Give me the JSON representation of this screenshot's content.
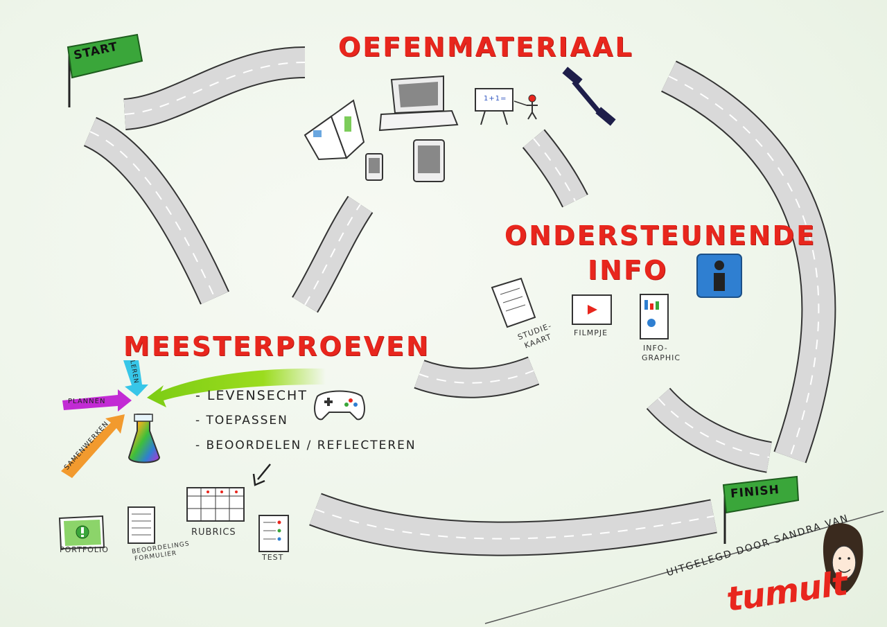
{
  "titles": {
    "oefenmateriaal": "OEFENMATERIAAL",
    "ondersteunende_line1": "ONDERSTEUNENDE",
    "ondersteunende_line2": "INFO",
    "meesterproeven": "MEESTERPROEVEN"
  },
  "flags": {
    "start": "START",
    "finish": "FINISH"
  },
  "meesterproeven_list": [
    "- LEVENSECHT",
    "- TOEPASSEN",
    "- BEOORDELEN / REFLECTEREN"
  ],
  "arrow_labels": {
    "leren": "LEREN",
    "plannen": "PLANNEN",
    "samenwerken": "SAMENWERKEN"
  },
  "info_items": [
    {
      "line1": "STUDIE-",
      "line2": "KAART"
    },
    {
      "line1": "FILMPJE",
      "line2": ""
    },
    {
      "line1": "INFO-",
      "line2": "GRAPHIC"
    }
  ],
  "assessment_items": {
    "portfolio": "PORTFOLIO",
    "beoordelings_line1": "BEOORDELINGS",
    "beoordelings_line2": "FORMULIER",
    "rubrics": "RUBRICS",
    "test": "TEST"
  },
  "whiteboard_text": "1+1=",
  "credit": {
    "byline": "UITGELEGD DOOR SANDRA VAN",
    "brand": "tumult"
  },
  "colors": {
    "title_red": "#e8261d",
    "flag_green": "#3aa63a",
    "road_gray": "#d6d6d6",
    "info_blue": "#2f7fd1",
    "leren_cyan": "#37c6e8",
    "plannen_magenta": "#c22bd4",
    "samenwerken_orange": "#f29a2e",
    "levensecht_lime": "#9bdc1e"
  }
}
